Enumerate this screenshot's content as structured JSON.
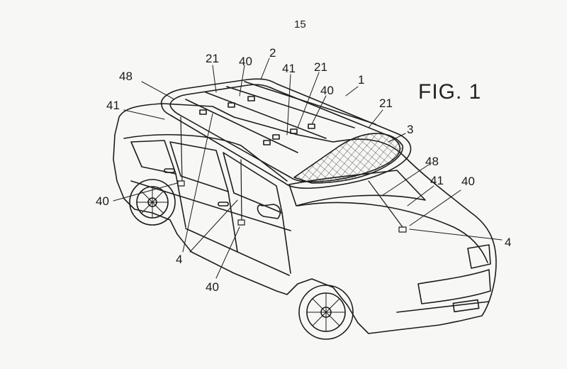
{
  "page_number": "15",
  "figure_title": "FIG. 1",
  "references": {
    "r1": "1",
    "r2": "2",
    "r3": "3",
    "r4_center": "4",
    "r4_right": "4",
    "r21_top": "21",
    "r21_mid": "21",
    "r21_right": "21",
    "r40_top": "40",
    "r40_mid": "40",
    "r40_left": "40",
    "r40_bottom": "40",
    "r40_right": "40",
    "r41_top": "41",
    "r41_left": "41",
    "r41_right": "41",
    "r48_top": "48",
    "r48_right": "48"
  }
}
